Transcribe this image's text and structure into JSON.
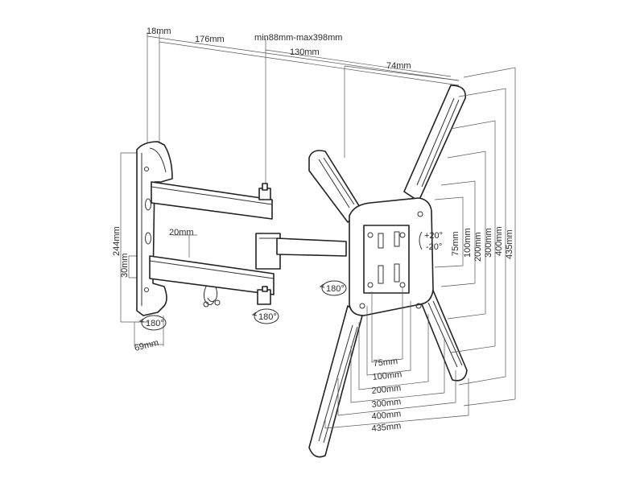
{
  "top_dims": {
    "d18": "18mm",
    "d176": "176mm",
    "range": "min88mm-max398mm",
    "d130": "130mm",
    "d74": "74mm"
  },
  "left_dims": {
    "d244": "244mm",
    "d30": "30mm",
    "d20": "20mm",
    "d69": "69mm"
  },
  "rotation": {
    "wall": "180°",
    "arm": "180°",
    "head": "180°",
    "tilt_up": "+20°",
    "tilt_down": "-20°"
  },
  "right_dims": [
    "75mm",
    "100mm",
    "200mm",
    "300mm",
    "400mm",
    "435mm"
  ],
  "bottom_dims": [
    "75mm",
    "100mm",
    "200mm",
    "300mm",
    "400mm",
    "435mm"
  ],
  "colors": {
    "line": "#222222",
    "background": "#ffffff"
  }
}
